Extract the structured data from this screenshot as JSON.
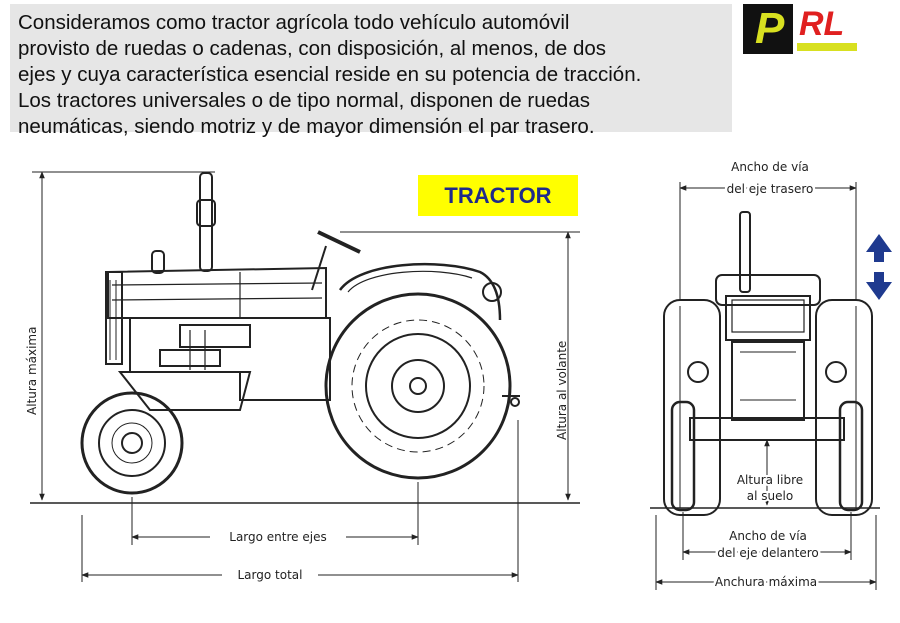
{
  "intro_text": "Consideramos como tractor agrícola todo vehículo automóvil\nprovisto de ruedas o cadenas, con disposición, al menos, de dos\nejes y cuya característica esencial reside en su potencia de tracción.\nLos tractores universales o de tipo normal, disponen de ruedas\nneumáticas, siendo motriz y de mayor dimensión el par trasero.",
  "logo": {
    "first": "P",
    "rest": "RL"
  },
  "title": "TRACTOR",
  "side_view": {
    "altura_maxima": "Altura máxima",
    "altura_volante": "Altura al volante",
    "largo_entre_ejes": "Largo entre ejes",
    "largo_total": "Largo total"
  },
  "front_view": {
    "ancho_via_trasero_1": "Ancho de vía",
    "ancho_via_trasero_2": "del eje trasero",
    "altura_libre_1": "Altura libre",
    "altura_libre_2": "al suelo",
    "ancho_via_delantero_1": "Ancho de vía",
    "ancho_via_delantero_2": "del eje delantero",
    "anchura_maxima": "Anchura máxima"
  },
  "colors": {
    "title_bg": "#ffff00",
    "title_text": "#1f2a8a",
    "arrow": "#1f3a8f",
    "intro_bg": "#e6e6e6"
  },
  "icons": [
    "up-down-arrow-icon"
  ]
}
